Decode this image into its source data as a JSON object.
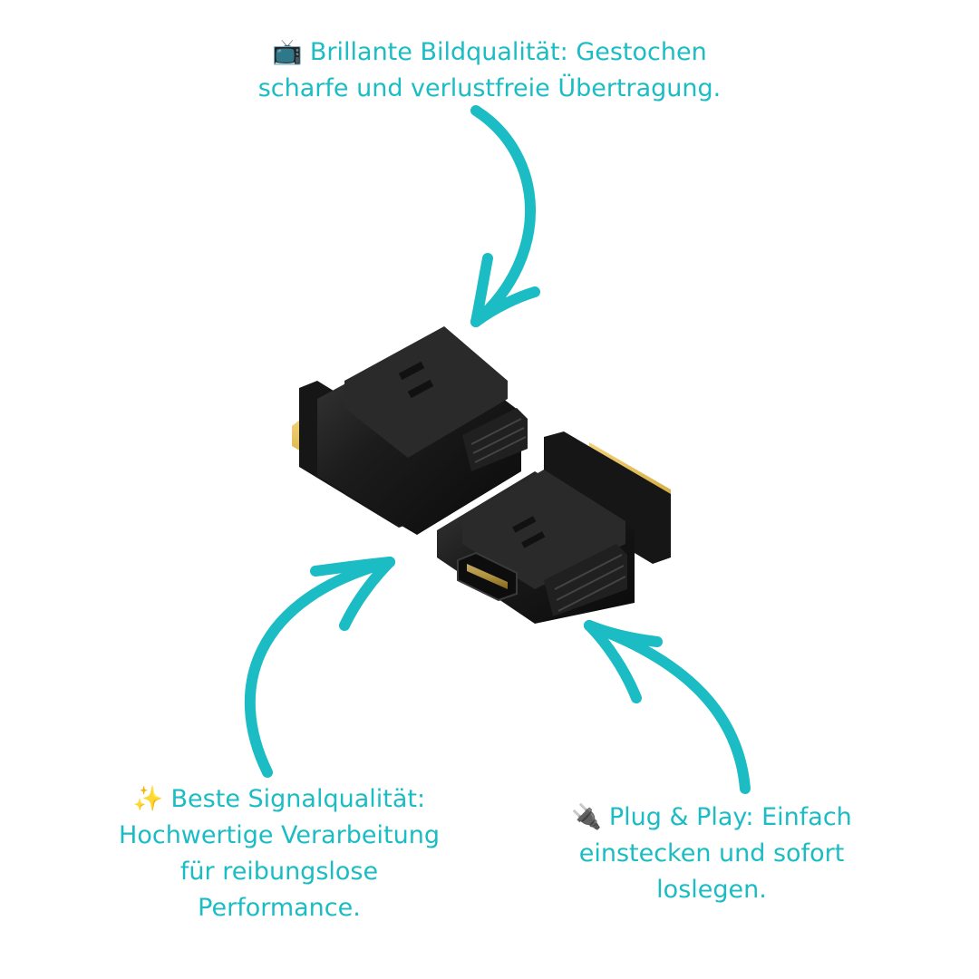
{
  "callouts": {
    "top": {
      "emoji": "📺",
      "lines": [
        "Brillante Bildqualität: Gestochen",
        "scharfe und verlustfreie Übertragung."
      ]
    },
    "left": {
      "emoji": "✨",
      "lines": [
        "Beste Signalqualität:",
        "Hochwertige Verarbeitung",
        "für reibungslose",
        "Performance."
      ]
    },
    "right": {
      "emoji": "🔌",
      "lines": [
        "Plug & Play: Einfach",
        "einstecken und sofort",
        "loslegen."
      ]
    }
  },
  "colors": {
    "accent": "#1bbcc4",
    "adapter_body": "#1c1c1c",
    "gold": "#d9b24a"
  },
  "icons": [
    "tv-emoji",
    "sparkles-emoji",
    "plug-emoji",
    "curved-arrow"
  ]
}
